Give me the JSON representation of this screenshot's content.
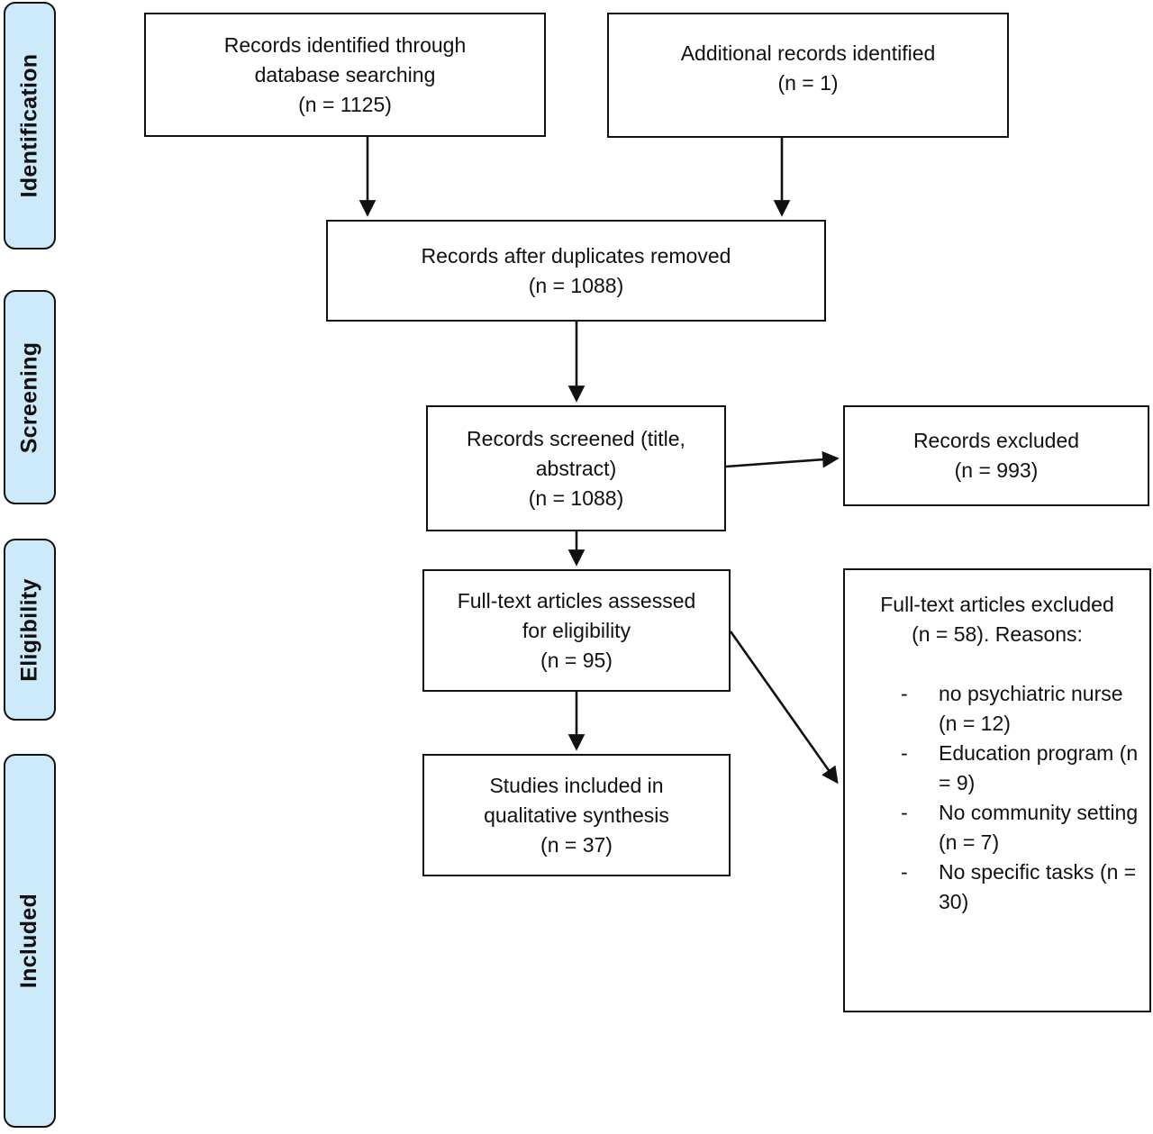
{
  "diagram": {
    "type": "prisma-flow",
    "stages": [
      {
        "label": "Identification"
      },
      {
        "label": "Screening"
      },
      {
        "label": "Eligibility"
      },
      {
        "label": "Included"
      }
    ],
    "boxes": {
      "records_identified": {
        "lines": [
          "Records identified through",
          "database searching",
          "(n = 1125)"
        ]
      },
      "additional_records": {
        "lines": [
          "Additional records identified",
          "(n = 1)"
        ]
      },
      "duplicates_removed": {
        "lines": [
          "Records after duplicates removed",
          "(n = 1088)"
        ]
      },
      "records_screened": {
        "lines": [
          "Records screened (title,",
          "abstract)",
          "(n = 1088)"
        ]
      },
      "records_excluded": {
        "lines": [
          "Records excluded",
          "(n = 993)"
        ]
      },
      "fulltext_assessed": {
        "lines": [
          "Full-text articles assessed",
          "for eligibility",
          "(n = 95)"
        ]
      },
      "studies_included": {
        "lines": [
          "Studies included in",
          "qualitative synthesis",
          "(n = 37)"
        ]
      },
      "fulltext_excluded": {
        "heading_lines": [
          "Full-text articles excluded",
          "(n = 58). Reasons:"
        ],
        "bullet_char": "-",
        "reasons": [
          "no psychiatric nurse (n = 12)",
          "Education program (n = 9)",
          "No community setting (n = 7)",
          "No specific tasks (n = 30)"
        ]
      }
    },
    "colors": {
      "stage_fill": "#cdeafa",
      "border": "#111111",
      "box_fill": "#ffffff"
    }
  }
}
